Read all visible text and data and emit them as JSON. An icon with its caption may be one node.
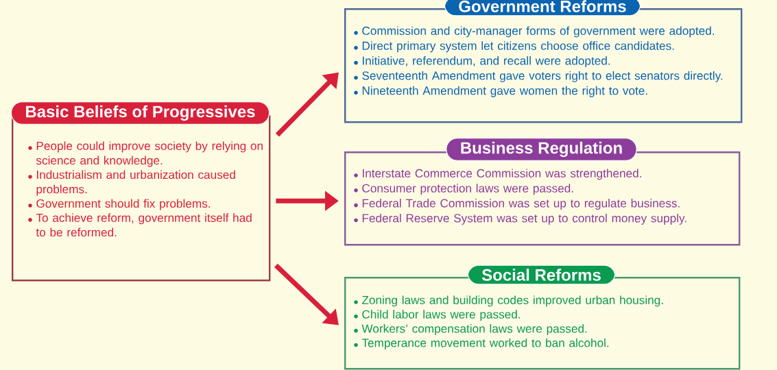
{
  "diagram": {
    "nodes": [
      {
        "text": [
          "Basic Beliefs of Progressives",
          "People could improve society by relying on science and knowledge.",
          "Industrialism and urbanization caused problems.",
          "Government should fix problems.",
          "To achieve reform, government itself had to be reformed."
        ]
      },
      {
        "text": [
          "Government Reforms",
          "Commission and city-manager forms of government were adopted.",
          "Direct primary system let citizens choose office candidates.",
          "Initiative, referendum, and recall were adopted.",
          "Seventeenth Amendment gave voters right to elect senators directly.",
          "Nineteenth Amendment gave women the right to vote."
        ]
      },
      {
        "text": [
          "Business Regulation",
          "Interstate Commerce Commission was strengthened.",
          "Consumer protection laws were passed.",
          "Federal Trade Commission was set up to regulate business.",
          "Federal Reserve System was set up to control money supply."
        ]
      },
      {
        "text": [
          "Social Reforms",
          "Zoning laws and building codes improved urban housing.",
          "Child labor laws were passed.",
          "Workers’ compensation laws were passed.",
          "Temperance movement worked to ban alcohol."
        ]
      }
    ],
    "edges": [
      {
        "from": 0,
        "to": 1,
        "arrow": "to"
      },
      {
        "from": 0,
        "to": 2,
        "arrow": "to"
      },
      {
        "from": 0,
        "to": 3,
        "arrow": "to"
      }
    ]
  }
}
